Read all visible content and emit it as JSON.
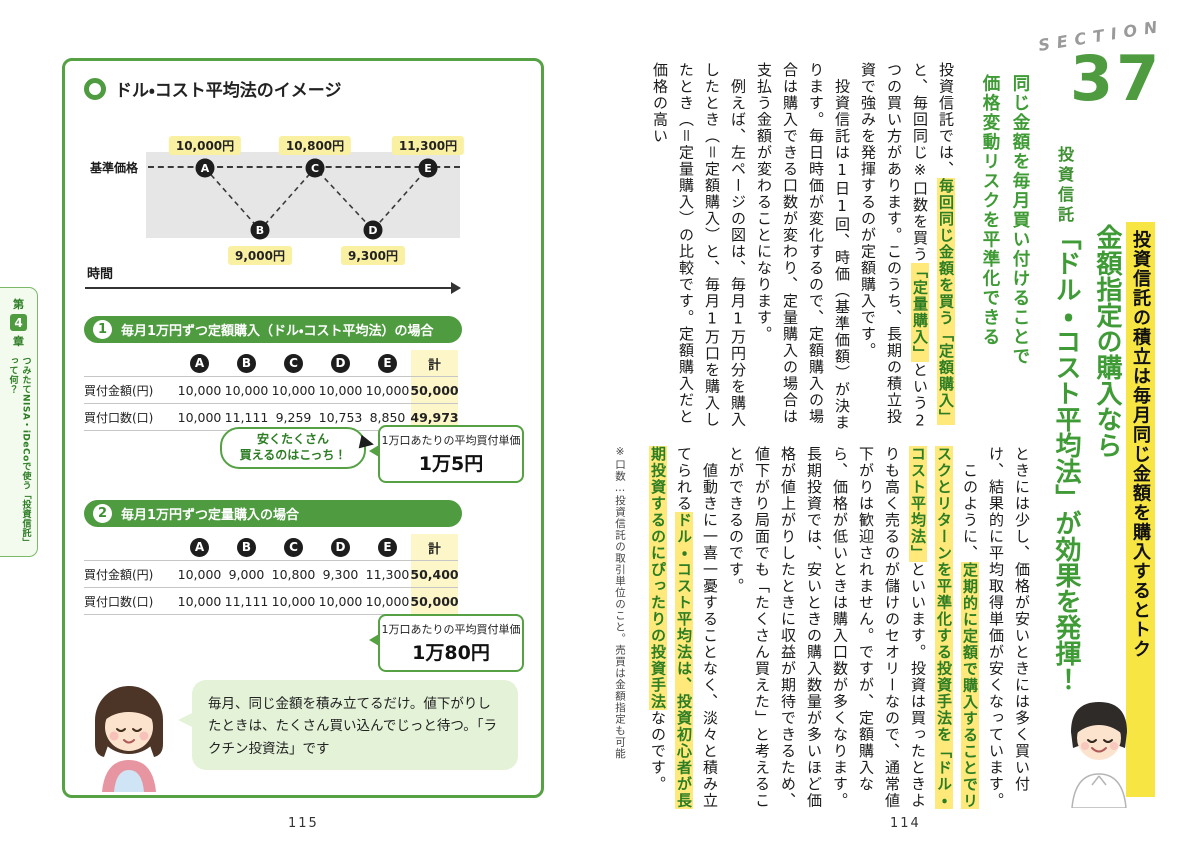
{
  "colors": {
    "accent_green": "#4e9b40",
    "text_green": "#3f9b35",
    "strip_yellow": "#f7e544",
    "highlight_yellow": "#ffe97a",
    "label_yellow": "#faf0a2",
    "total_col_yellow": "#fcf6c8"
  },
  "left_page": {
    "page_number": "115",
    "diagram": {
      "heading": "ドル・コスト平均法のイメージ",
      "y_label": "基準価格",
      "x_label": "時間",
      "points": [
        {
          "id": "A",
          "price": "10,000円"
        },
        {
          "id": "B",
          "price": "9,000円"
        },
        {
          "id": "C",
          "price": "10,800円"
        },
        {
          "id": "D",
          "price": "9,300円"
        },
        {
          "id": "E",
          "price": "11,300円"
        }
      ]
    },
    "sections": [
      {
        "num": "1",
        "title": "毎月1万円ずつ定額購入（ドル・コスト平均法）の場合",
        "columns": [
          "A",
          "B",
          "C",
          "D",
          "E",
          "計"
        ],
        "rows": [
          {
            "label": "買付金額(円)",
            "values": [
              "10,000",
              "10,000",
              "10,000",
              "10,000",
              "10,000",
              "50,000"
            ]
          },
          {
            "label": "買付口数(口)",
            "values": [
              "10,000",
              "11,111",
              "9,259",
              "10,753",
              "8,850",
              "49,973"
            ]
          }
        ],
        "avg_caption": "1万口あたりの平均買付単価",
        "avg_value": "1万5円"
      },
      {
        "num": "2",
        "title": "毎月1万円ずつ定量購入の場合",
        "columns": [
          "A",
          "B",
          "C",
          "D",
          "E",
          "計"
        ],
        "rows": [
          {
            "label": "買付金額(円)",
            "values": [
              "10,000",
              "9,000",
              "10,800",
              "9,300",
              "11,300",
              "50,400"
            ]
          },
          {
            "label": "買付口数(口)",
            "values": [
              "10,000",
              "11,111",
              "10,000",
              "10,000",
              "10,000",
              "50,000"
            ]
          }
        ],
        "avg_caption": "1万口あたりの平均買付単価",
        "avg_value": "1万80円"
      }
    ],
    "callout": "安くたくさん\n買えるのはこっち！",
    "speech": "毎月、同じ金額を積み立てるだけ。値下がりしたときは、たくさん買い込んでじっと待つ。「ラクチン投資法」です"
  },
  "side_tab": {
    "chapter_prefix": "第",
    "chapter_num": "4",
    "chapter_suffix": "章",
    "label": "つみたてNISA・iDeCoで使う「投資信託」って何？"
  },
  "right_page": {
    "page_number": "114",
    "section_word": "SECTION",
    "section_num": "37",
    "category": "投資信託",
    "subtitle": "投資信託の積立は毎月同じ金額を購入するとトク",
    "title_lines": [
      "金額指定の購入なら",
      "「ドル・コスト平均法」が効果を発揮！"
    ],
    "lead_lines": [
      "同じ金額を毎月買い付けることで",
      "価格変動リスクを平準化できる"
    ],
    "body_top": [
      [
        {
          "t": "投資信託では、"
        },
        {
          "t": "毎回同じ金額を買う「定額購入」",
          "h": true
        },
        {
          "t": "と、毎回同じ※口数を買う"
        },
        {
          "t": "「定量購入」",
          "h": true
        },
        {
          "t": "という2つの買い方があります。このうち、長期の積立投資で強みを発揮するのが定額購入です。"
        }
      ],
      [
        {
          "t": "　投資信託は1日1回、時価（基準価額）が決まります。毎日時価が変化するので、定額購入の場合は購入できる口数が変わり、定量購入の場合は支払う金額が変わることになります。"
        }
      ],
      [
        {
          "t": "　例えば、左ページの図は、毎月1万円分を購入したとき（＝定額購入）と、毎月1万口を購入したとき（＝定量購入）の比較です。定額購入だと価格の高い"
        }
      ]
    ],
    "body_bottom": [
      [
        {
          "t": "ときには少し、価格が安いときには多く買い付け、結果的に平均取得単価が安くなっています。"
        }
      ],
      [
        {
          "t": "　このように、"
        },
        {
          "t": "定期的に定額で購入することでリスクとリターンを平準化する投資手法を「ドル・コスト平均法」",
          "h": true
        },
        {
          "t": "といいます。投資は買ったときよりも高く売るのが儲けのセオリーなので、通常値下がりは歓迎されません。ですが、定額購入なら、価格が低いときは購入口数が多くなります。長期投資では、安いときの購入数量が多いほど価格が値上がりしたときに収益が期待できるため、値下がり局面でも「たくさん買えた」と考えることができるのです。"
        }
      ],
      [
        {
          "t": "　値動きに一喜一憂することなく、淡々と積み立てられる"
        },
        {
          "t": "ドル・コスト平均法は、投資初心者が長期投資するのにぴったりの投資手法",
          "h": true
        },
        {
          "t": "なのです。"
        }
      ]
    ],
    "footnote": "※口数…投資信託の取引単位のこと。売買は金額指定も可能"
  }
}
